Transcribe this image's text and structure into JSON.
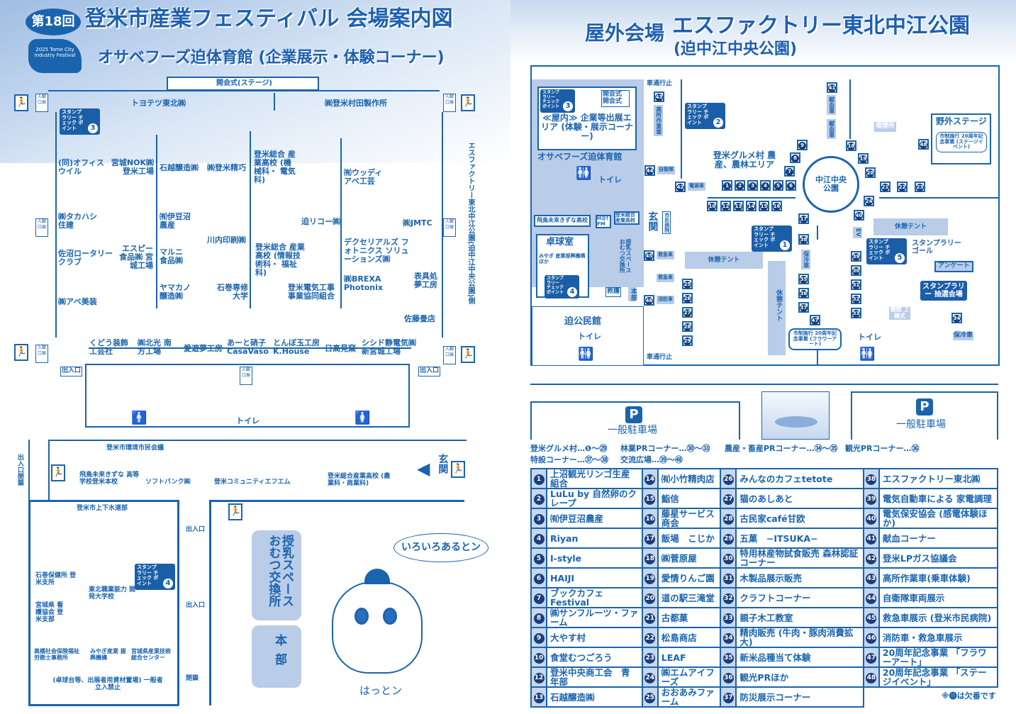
{
  "header": {
    "edition": "第18回",
    "title": "登米市産業フェスティバル 会場案内図",
    "logo_text": "2025 Tome City Industry Festival",
    "venue_left": "オサベフーズ迫体育館 (企業展示・体験コーナー)",
    "venue_right_label": "屋外会場",
    "venue_right": "エスファクトリー東北中江公園",
    "venue_right_sub": "(迫中江中央公園)"
  },
  "left": {
    "stage": "開会式(ステージ)",
    "entrance": "入観口展",
    "toilet": "トイレ",
    "exit_small": "出入口",
    "side_note": "エスファクトリー東北中江公園(迫中江中央公園)側",
    "closed_exit": "出入口閉鎖",
    "genkan": "玄関",
    "stamp": "スタンプラリー チェック ポイント",
    "stamp3": "3",
    "stamp4": "4",
    "booths": [
      "トヨテツ東北㈱",
      "㈱登米村田製作所",
      "(同)オフィス ウイル",
      "宮城NOK㈱ 登米工場",
      "石越醸造㈱",
      "㈱登米精巧",
      "登米総合 産業高校 (機械科・ 電気科)",
      "㈲ウッディ アベ工芸",
      "㈱タカハシ 住建",
      "㈲伊豆沼 農産",
      "迫リコー㈱",
      "㈱JMTC",
      "川内印刷㈱",
      "佐沼ロータリー クラブ",
      "エスピー 食品㈱ 宮城工場",
      "マルニ 食品㈱",
      "登米総合 産業高校 (情報技術科・ 福祉科)",
      "デクセリアルズ フォトニクス ソリューションズ㈱",
      "㈱BREXA Photonix",
      "表具処 夢工房",
      "ヤマカノ 醸造㈱",
      "石巻専修 大学",
      "登米電気工事 事業協同組合",
      "㈱アベ美装",
      "佐藤畳店",
      "くどう装飾 工芸社",
      "㈱北光 南方工場",
      "愛遊夢工房",
      "あーと硝子 CasaVaso",
      "とんぼ玉工房 K.House",
      "日高見窯",
      "シシド静電気㈱ 新宮城工場"
    ],
    "outside": [
      "登米市環境市民会議",
      "飛鳥未来きずな 高等学校登米本校",
      "ソフトバンク㈱",
      "登米コミュニティエフエム",
      "登米総合産業高校 (農業科・商業科)"
    ],
    "annex": [
      "登米市上下水道部",
      "石巻保健所 登米支所",
      "東北職業能力 開発大学校",
      "宮城県 看護協会 登米支部",
      "高橋社会保険福祉 労務士事務所",
      "みやぎ産業 振興機構",
      "宮城県産業技術 総合センター",
      "(卓球台等、出展者用資材置場) 一般者立入禁止",
      "出入口",
      "出入口",
      "閉鎖"
    ],
    "nursing": "授乳スペース おむつ交換所",
    "hq": "本部",
    "bubble": "いろいろあるとン",
    "mascot": "はっとン"
  },
  "right": {
    "labels": [
      "車通行止",
      "車通行止",
      "≪屋内≫ 企業等出展エリア (体験・展示コーナー)",
      "開会式 開会式",
      "オサベフーズ迫体育館",
      "トイレ",
      "飛鳥未来きずな高校",
      "H@! FM",
      "登米総合 産業高校",
      "玄関",
      "卓球室",
      "みやぎ 産業振興機構ほか",
      "授乳スペース おむつ交換所",
      "救護",
      "本部",
      "迫公民館",
      "トイレ",
      "登米グルメ村 農産、農林エリア",
      "中江中央 公園",
      "野外ステージ",
      "市制施行 20周年記念事業 (ステージイベント)",
      "喫煙所",
      "休憩テント",
      "休憩テント",
      "休憩テント",
      "スタンプラリー ゴール",
      "アンケート",
      "スタンプラリー 抽選会場",
      "機燃 上棟式",
      "保冷車",
      "市制施行 20周年記念事業 (フラワーアート)",
      "トイレ",
      "高所作業車",
      "献血車",
      "献血車",
      "消防車",
      "救急車",
      "救急車",
      "自衛隊",
      "電源車",
      "市民病院",
      "保冷車",
      "EV"
    ],
    "stalls": [
      "1",
      "2",
      "3",
      "4",
      "5",
      "6",
      "7",
      "8",
      "9",
      "10",
      "12",
      "13",
      "14",
      "15",
      "16",
      "17",
      "18",
      "19",
      "20",
      "21",
      "22",
      "23",
      "24",
      "25",
      "26",
      "27",
      "28",
      "29",
      "30",
      "31",
      "32",
      "33",
      "34",
      "35",
      "36",
      "37",
      "38",
      "39",
      "40",
      "41",
      "42",
      "43",
      "44",
      "45",
      "46",
      "47",
      "48"
    ],
    "stamp": "スタンプラリー チェック ポイント",
    "stamp_nums": [
      "1",
      "2",
      "3",
      "4",
      "5"
    ]
  },
  "parking": {
    "left": "一般駐車場",
    "right": "一般駐車場",
    "icon": "P"
  },
  "legend": [
    "登米グルメ村…❶〜㉙",
    "林業PRコーナー…㉚〜㉝",
    "農産・畜産PRコーナー…㉞〜㉟",
    "観光PRコーナー…㊱",
    "特設コーナー…㊲〜㊳",
    "交流広場…㊴〜㊽"
  ],
  "table": [
    [
      [
        "1",
        "上沼観光リンゴ生産組合"
      ],
      [
        "14",
        "㈲小竹精肉店"
      ],
      [
        "26",
        "みんなのカフェtetote"
      ],
      [
        "38",
        "エスファクトリー東北㈱"
      ]
    ],
    [
      [
        "2",
        "LuLu by 自然卵のクレープ"
      ],
      [
        "15",
        "鮨信"
      ],
      [
        "27",
        "猫のあしあと"
      ],
      [
        "39",
        "電気自動車による 家電調理"
      ]
    ],
    [
      [
        "3",
        "㈲伊豆沼農産"
      ],
      [
        "16",
        "藤星サービス商会"
      ],
      [
        "28",
        "古民家café甘欧"
      ],
      [
        "40",
        "電気保安協会 (感電体験ほか)"
      ]
    ],
    [
      [
        "4",
        "Riyan"
      ],
      [
        "17",
        "飯場　こじか"
      ],
      [
        "29",
        "五菓　−ITSUKA−"
      ],
      [
        "41",
        "献血コーナー"
      ]
    ],
    [
      [
        "5",
        "I-style"
      ],
      [
        "18",
        "㈱菅原屋"
      ],
      [
        "30",
        "特用林産物試食販売 森林認証コーナー"
      ],
      [
        "42",
        "登米LPガス協議会"
      ]
    ],
    [
      [
        "6",
        "HAIJI"
      ],
      [
        "19",
        "愛情りんご園"
      ],
      [
        "31",
        "木製品展示販売"
      ],
      [
        "43",
        "高所作業車(乗車体験)"
      ]
    ],
    [
      [
        "7",
        "ブックカフェFestival"
      ],
      [
        "20",
        "道の駅三滝堂"
      ],
      [
        "32",
        "クラフトコーナー"
      ],
      [
        "44",
        "自衛隊車両展示"
      ]
    ],
    [
      [
        "8",
        "㈱サンフルーツ・ファーム"
      ],
      [
        "21",
        "古都菓"
      ],
      [
        "33",
        "親子木工教室"
      ],
      [
        "45",
        "救急車展示 (登米市民病院)"
      ]
    ],
    [
      [
        "9",
        "大やす村"
      ],
      [
        "22",
        "松島商店"
      ],
      [
        "34",
        "精肉販売 (牛肉・豚肉消費拡大)"
      ],
      [
        "46",
        "消防車・救急車展示"
      ]
    ],
    [
      [
        "10",
        "食堂むつごろう"
      ],
      [
        "23",
        "LEAF"
      ],
      [
        "35",
        "新米品種当て体験"
      ],
      [
        "47",
        "20周年記念事業 「フラワーアート」"
      ]
    ],
    [
      [
        "12",
        "登米中央商工会　青年部"
      ],
      [
        "24",
        "㈱エムアイフーズ"
      ],
      [
        "36",
        "観光PRほか"
      ],
      [
        "48",
        "20周年記念事業 「ステージイベント」"
      ]
    ],
    [
      [
        "13",
        "石越醸造㈱"
      ],
      [
        "25",
        "おおあみファーム"
      ],
      [
        "37",
        "防災展示コーナー"
      ],
      null
    ]
  ],
  "note": "※⓫は欠番です",
  "colors": {
    "primary": "#1a64ad",
    "panel": "#b9cce8",
    "badge": "#1a3f7a"
  }
}
